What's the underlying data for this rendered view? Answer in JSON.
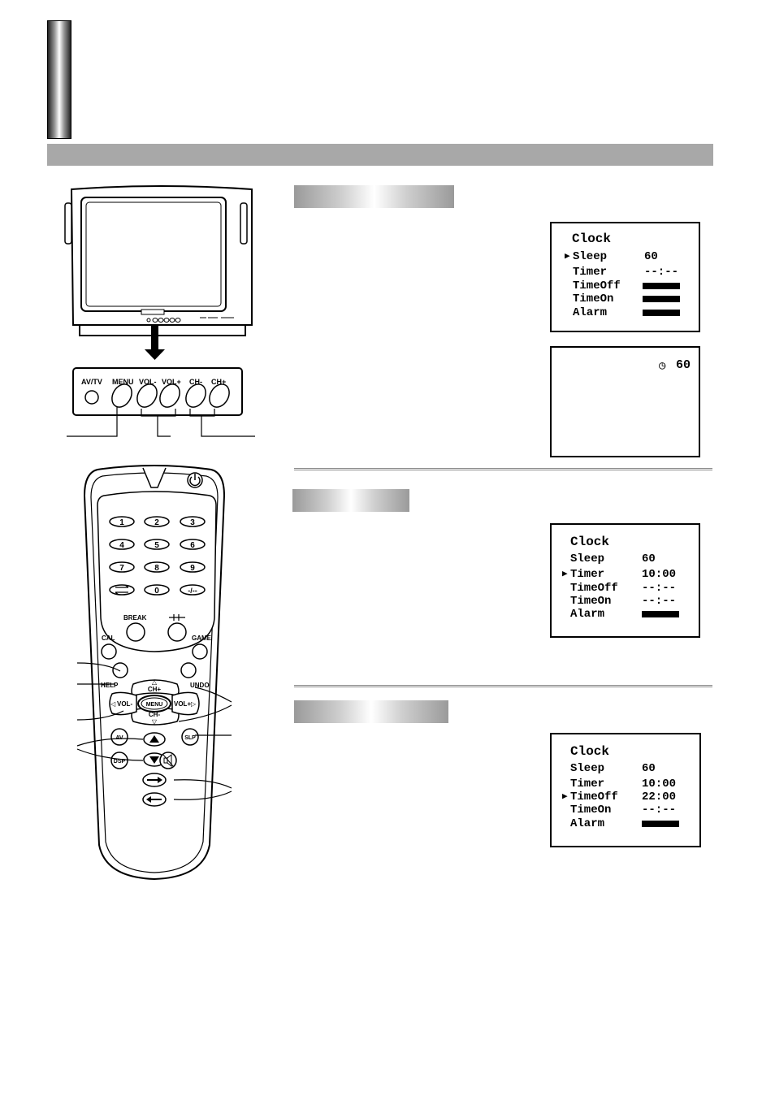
{
  "panel": {
    "labels": [
      "AV/TV",
      "MENU",
      "VOL-",
      "VOL+",
      "CH-",
      "CH+"
    ]
  },
  "remote": {
    "digits": [
      "1",
      "2",
      "3",
      "4",
      "5",
      "6",
      "7",
      "8",
      "9",
      "0",
      "-/--"
    ],
    "buttons": {
      "break": "BREAK",
      "cal": "CAL",
      "game": "GAME",
      "help": "HELP",
      "undo": "UNDO",
      "ch_plus": "CH+",
      "ch_minus": "CH-",
      "vol_minus": "VOL-",
      "vol_plus": "VOL+",
      "menu": "MENU",
      "av": "AV",
      "slp": "SLP",
      "dsp": "DSP"
    },
    "icons": [
      "power-icon",
      "swap-icon",
      "hold-icon",
      "mute-icon",
      "up-triangle-icon",
      "down-triangle-icon",
      "right-arrow-icon",
      "left-arrow-icon"
    ]
  },
  "osd1": {
    "title": "Clock",
    "rows": [
      {
        "label": "Sleep",
        "value": "60"
      },
      {
        "label": "Timer",
        "value": "--:--"
      },
      {
        "label": "TimeOff",
        "value": ""
      },
      {
        "label": "TimeOn",
        "value": ""
      },
      {
        "label": "Alarm",
        "value": ""
      }
    ]
  },
  "osd2": {
    "indicator_value": "60",
    "icon": "clock-icon"
  },
  "osd3": {
    "title": "Clock",
    "rows": [
      {
        "label": "Sleep",
        "value": "60"
      },
      {
        "label": "Timer",
        "value": "10:00"
      },
      {
        "label": "TimeOff",
        "value": "--:--"
      },
      {
        "label": "TimeOn",
        "value": "--:--"
      },
      {
        "label": "Alarm",
        "value": ""
      }
    ]
  },
  "osd4": {
    "title": "Clock",
    "rows": [
      {
        "label": "Sleep",
        "value": "60"
      },
      {
        "label": "Timer",
        "value": "10:00"
      },
      {
        "label": "TimeOff",
        "value": "22:00"
      },
      {
        "label": "TimeOn",
        "value": "--:--"
      },
      {
        "label": "Alarm",
        "value": ""
      }
    ]
  },
  "glyphs": {
    "selector": "▶",
    "clock": "◷",
    "up": "△",
    "down": "▽",
    "left": "◁",
    "right": "▷"
  }
}
